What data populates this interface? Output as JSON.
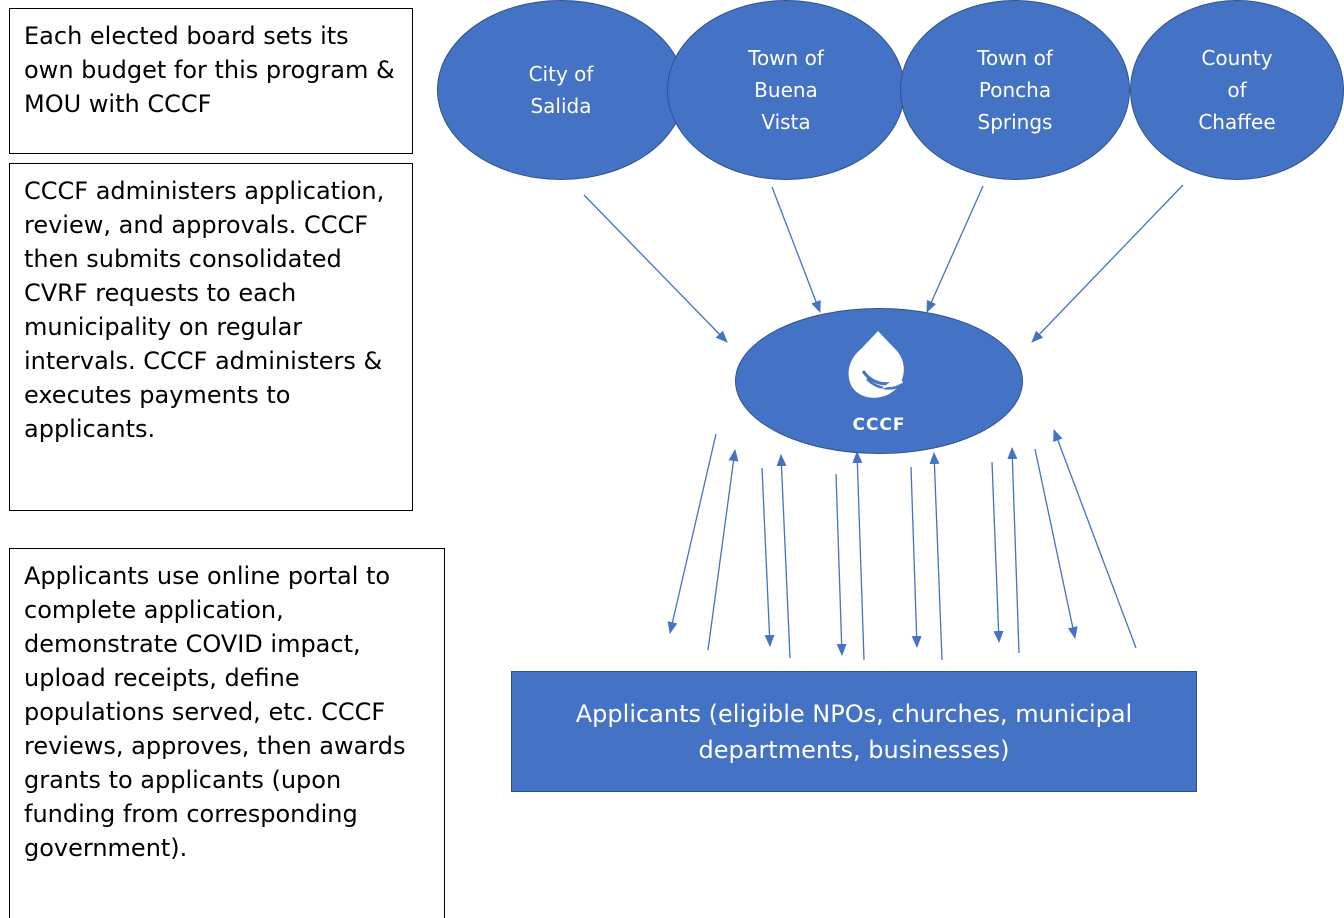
{
  "notes": [
    "Each elected board sets its own budget for this program & MOU with CCCF",
    "CCCF administers application, review, and approvals. CCCF then submits consolidated CVRF requests to each municipality on regular intervals. CCCF administers & executes payments to applicants.",
    "Applicants use online portal to complete application, demonstrate COVID impact, upload receipts, define populations served, etc. CCCF reviews, approves, then awards grants to applicants (upon funding from corresponding government)."
  ],
  "municipalities": [
    "City of\nSalida",
    "Town of\nBuena\nVista",
    "Town of\nPoncha\nSprings",
    "County\nof\nChaffee"
  ],
  "hub": {
    "label": "CCCF"
  },
  "applicants": {
    "label": "Applicants (eligible NPOs, churches, municipal departments, businesses)"
  },
  "colors": {
    "shape_fill": "#4472c4",
    "shape_border": "#2f528f",
    "arrow": "#4472c4",
    "text_on_shape": "#ffffff"
  }
}
